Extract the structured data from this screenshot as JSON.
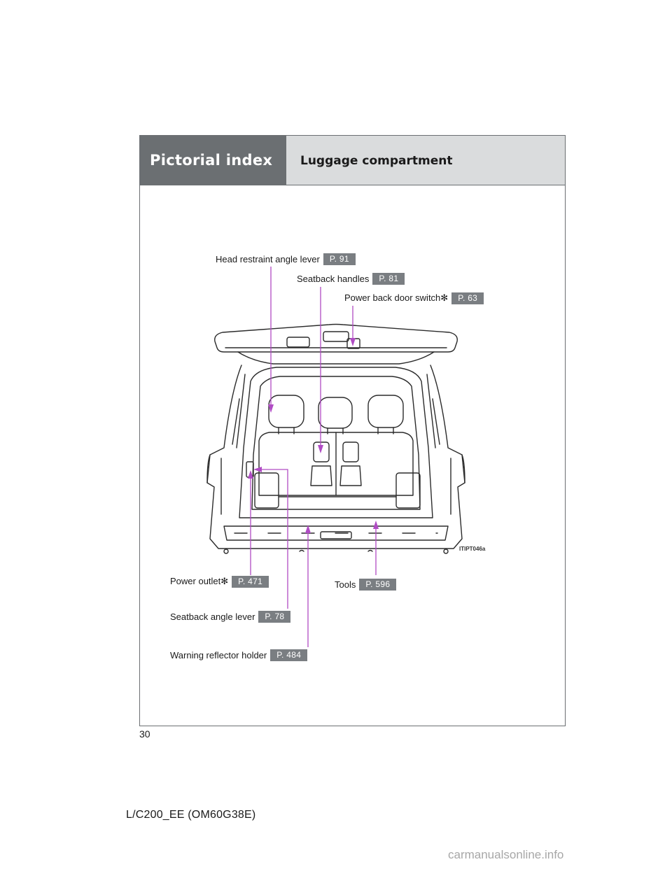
{
  "header": {
    "section": "Pictorial index",
    "title": "Luggage compartment"
  },
  "callouts": [
    {
      "label": "Head restraint angle lever",
      "page": "P. 91"
    },
    {
      "label": "Seatback handles",
      "page": "P. 81"
    },
    {
      "label": "Power back door switch✻",
      "page": "P. 63"
    },
    {
      "label": "Power outlet✻",
      "page": "P. 471"
    },
    {
      "label": "Tools",
      "page": "P. 596"
    },
    {
      "label": "Seatback angle lever",
      "page": "P. 78"
    },
    {
      "label": "Warning reflector holder",
      "page": "P. 484"
    }
  ],
  "illustration_code": "ITIPT046a",
  "page_number": "30",
  "footer_code": "L/C200_EE (OM60G38E)",
  "watermark": "carmanualsonline.info",
  "colors": {
    "header_dark": "#6b6f72",
    "header_light": "#dadcdd",
    "page_badge": "#7a7e82",
    "leader_line": "#b04cc4"
  }
}
